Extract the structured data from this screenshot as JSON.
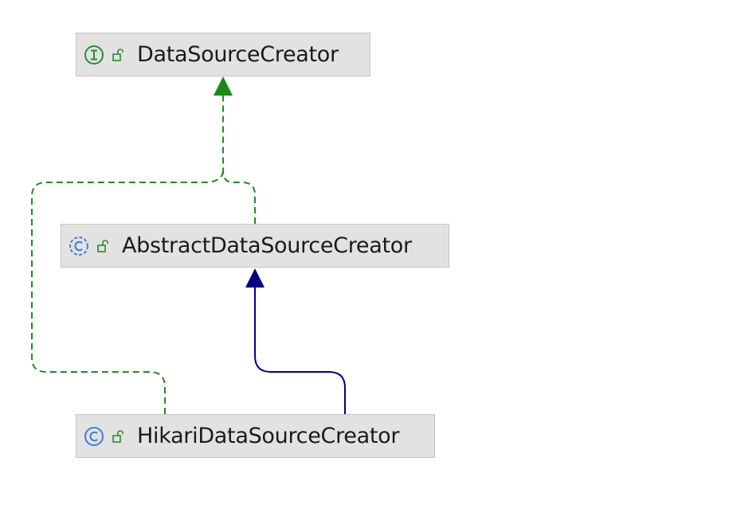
{
  "nodes": {
    "datasource_creator": {
      "label": "DataSourceCreator",
      "kind": "interface"
    },
    "abstract_datasource_creator": {
      "label": "AbstractDataSourceCreator",
      "kind": "abstract-class"
    },
    "hikari_datasource_creator": {
      "label": "HikariDataSourceCreator",
      "kind": "class"
    }
  },
  "edges": [
    {
      "from": "abstract_datasource_creator",
      "to": "datasource_creator",
      "type": "implements"
    },
    {
      "from": "hikari_datasource_creator",
      "to": "datasource_creator",
      "type": "implements"
    },
    {
      "from": "hikari_datasource_creator",
      "to": "abstract_datasource_creator",
      "type": "extends"
    }
  ],
  "colors": {
    "implements": "#1f8c1f",
    "extends": "#000080",
    "interface_icon": "#2e8b2e",
    "class_icon": "#3f7fd8",
    "lock_icon": "#2e8b2e"
  }
}
